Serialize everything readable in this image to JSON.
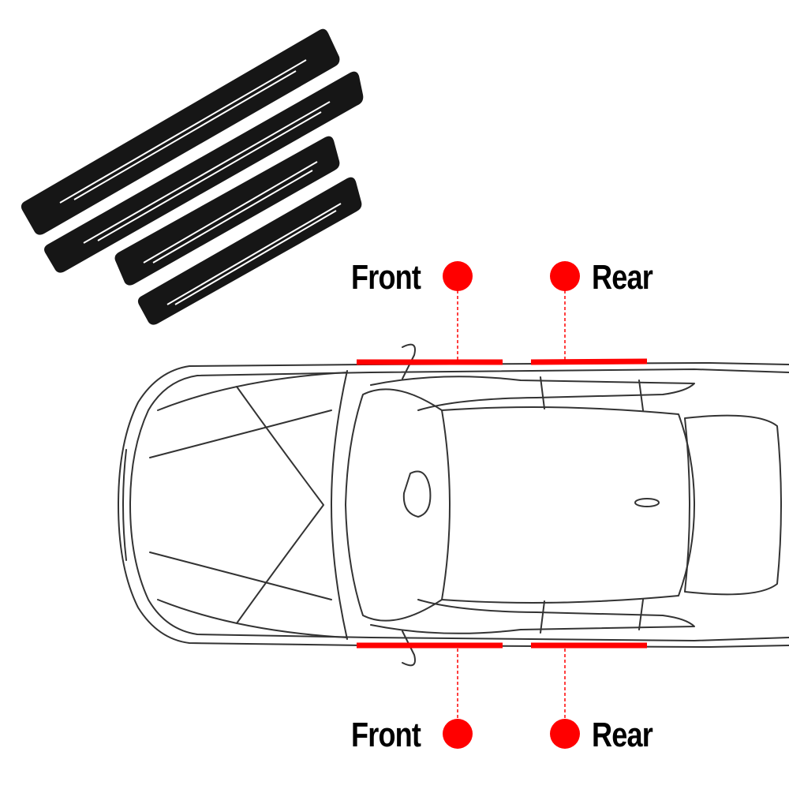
{
  "labels": {
    "top_front": "Front",
    "top_rear": "Rear",
    "bottom_front": "Front",
    "bottom_rear": "Rear"
  },
  "colors": {
    "marker": "#ff0000",
    "plate": "#161616",
    "stripe": "#ffffff",
    "outline": "#333333"
  },
  "product": {
    "plate_count": 4
  }
}
